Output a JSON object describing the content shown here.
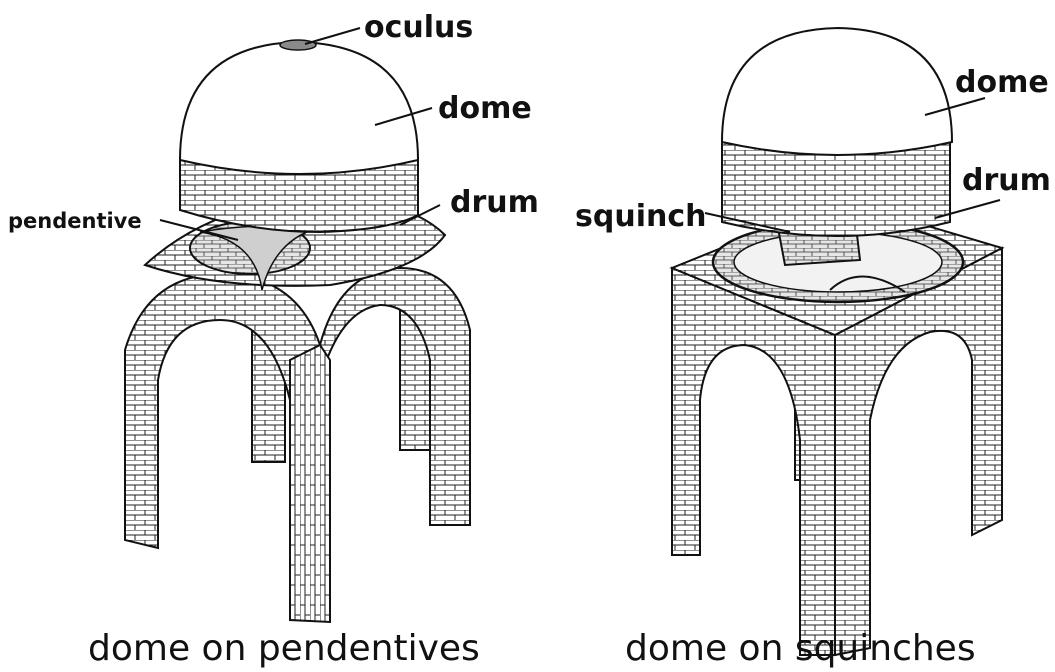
{
  "left_figure": {
    "caption": "dome on pendentives",
    "labels": {
      "oculus": "oculus",
      "dome": "dome",
      "drum": "drum",
      "pendentive": "pendentive"
    }
  },
  "right_figure": {
    "caption": "dome on squinches",
    "labels": {
      "dome": "dome",
      "drum": "drum",
      "squinch": "squinch"
    }
  },
  "colors": {
    "ink": "#111111",
    "fill": "#ffffff",
    "shade": "#d6d6d6"
  }
}
